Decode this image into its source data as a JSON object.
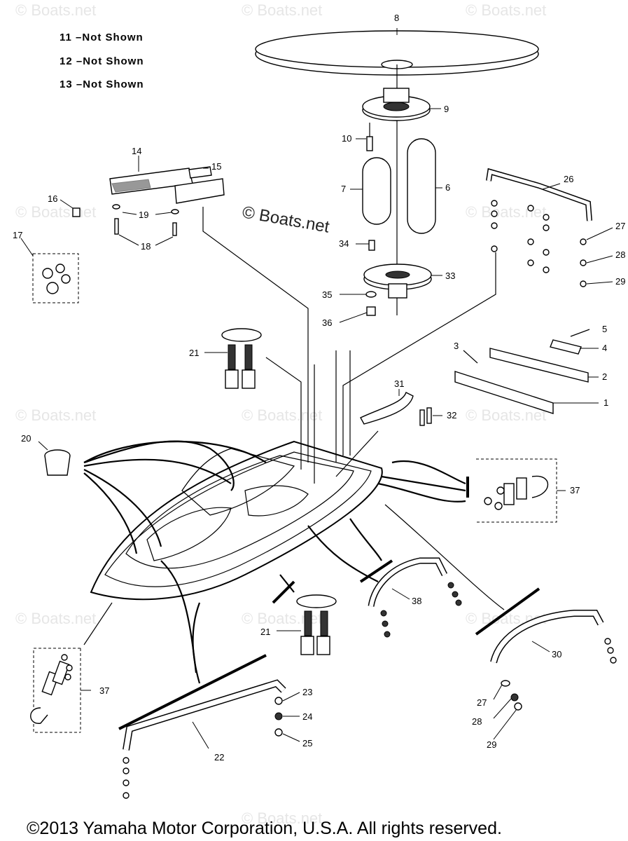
{
  "watermarks": [
    "© Boats.net",
    "© Boats.net",
    "© Boats.net",
    "© Boats.net",
    "© Boats.net",
    "© Boats.net",
    "© Boats.net",
    "© Boats.net",
    "© Boats.net",
    "© Boats.net",
    "© Boats.net",
    "© Boats.net"
  ],
  "center_watermark": "© Boats.net",
  "notes": [
    "11 –Not Shown",
    "12 –Not Shown",
    "13 –Not Shown"
  ],
  "callouts": {
    "c1": "1",
    "c2": "2",
    "c3": "3",
    "c4": "4",
    "c5": "5",
    "c6": "6",
    "c7": "7",
    "c8": "8",
    "c9": "9",
    "c10": "10",
    "c14": "14",
    "c15": "15",
    "c16": "16",
    "c17": "17",
    "c18": "18",
    "c19": "19",
    "c20": "20",
    "c21a": "21",
    "c21b": "21",
    "c22": "22",
    "c23": "23",
    "c24": "24",
    "c25": "25",
    "c26": "26",
    "c27a": "27",
    "c27b": "27",
    "c28a": "28",
    "c28b": "28",
    "c29a": "29",
    "c29b": "29",
    "c30": "30",
    "c31": "31",
    "c32": "32",
    "c33": "33",
    "c34": "34",
    "c35": "35",
    "c36": "36",
    "c37a": "37",
    "c37b": "37",
    "c38": "38"
  },
  "copyright": "©2013 Yamaha Motor Corporation, U.S.A. All rights reserved.",
  "colors": {
    "ink": "#000000",
    "watermark": "#e6e6e6",
    "background": "#ffffff"
  }
}
